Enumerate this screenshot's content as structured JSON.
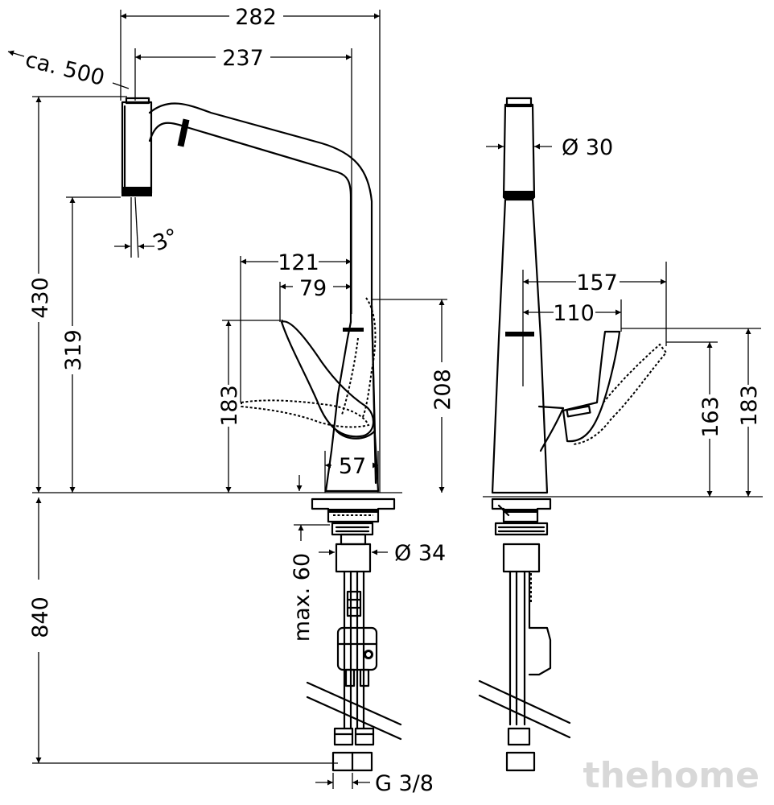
{
  "drawing": {
    "dimensions": {
      "d282": "282",
      "d237": "237",
      "ca500": "ca. 500",
      "d430": "430",
      "d319": "319",
      "deg3": "3°",
      "d121": "121",
      "d79": "79",
      "d183_front": "183",
      "d208": "208",
      "d57": "57",
      "d34": "Ø 34",
      "max60": "max. 60",
      "d840": "840",
      "g38": "G 3/8",
      "d30": "Ø 30",
      "d157": "157",
      "d110": "110",
      "d163": "163",
      "d183_side": "183"
    },
    "watermark": "thehome"
  }
}
